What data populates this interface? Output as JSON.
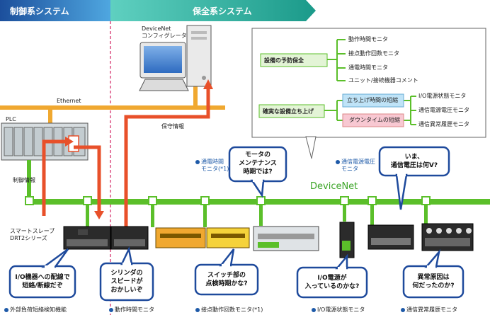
{
  "header": {
    "control_system": "制御系システム",
    "maintenance_system": "保全系システム"
  },
  "devicenet_configurator": {
    "line1": "DeviceNet",
    "line2": "コンフィグレータ"
  },
  "ethernet_label": "Ethernet",
  "plc_label": "PLC",
  "control_info_label": "制御情報",
  "maintenance_info_label": "保守情報",
  "devicenet_label": "DeviceNet",
  "slave_series": {
    "line1": "スマートスレーブ",
    "line2": "DRT2シリーズ"
  },
  "info_panel": {
    "preventive_title": "設備の予防保全",
    "preventive_items": [
      "動作時間モニタ",
      "接点動作回数モニタ",
      "通電時間モニタ",
      "ユニット/接続機器コメント"
    ],
    "startup_title": "確実な設備立ち上げ",
    "startup_box1": "立ち上げ時間の短縮",
    "startup_box2": "ダウンタイムの短縮",
    "startup_items": [
      "I/O電源状態モニタ",
      "通信電源電圧モニタ",
      "通信異常履歴モニタ"
    ]
  },
  "network_notes": {
    "power_time": {
      "line1": "通電時間",
      "line2": "モニタ(*1)"
    },
    "comm_voltage": {
      "line1": "通信電源電圧",
      "line2": "モニタ"
    }
  },
  "bubbles": {
    "motor": {
      "line1": "モータの",
      "line2": "メンテナンス",
      "line3": "時期では?"
    },
    "voltage": {
      "line1": "いま、",
      "line2": "通信電圧は何V?"
    },
    "io_check": {
      "line1": "I/O機器への配線で",
      "line2": "短絡/断線だぞ"
    },
    "cylinder": {
      "line1": "シリンダの",
      "line2": "スピードが",
      "line3": "おかしいぞ"
    },
    "switch": {
      "line1": "スイッチ部の",
      "line2": "点検時期かな?"
    },
    "io_power": {
      "line1": "I/O電源が",
      "line2": "入っているのかな?"
    },
    "cause": {
      "line1": "異常原因は",
      "line2": "何だったのか?"
    }
  },
  "captions": [
    "外部負荷短絡検知機能",
    "動作時間モニタ",
    "接点動作回数モニタ(*1)",
    "I/O電源状態モニタ",
    "通信異常履歴モニタ"
  ],
  "colors": {
    "orange": "#f0a830",
    "green": "#5bbf2a",
    "red": "#e8502a",
    "blue_header": "#1f66a8",
    "teal_header": "#2aa79b",
    "dashed_divider": "#d6336c",
    "bubble_border": "#1e4a9c"
  }
}
